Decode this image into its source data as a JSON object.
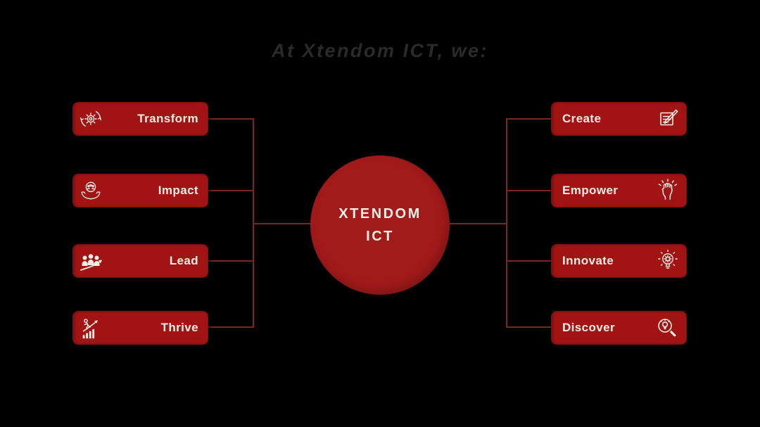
{
  "title": "At Xtendom ICT, we:",
  "center": {
    "line1": "XTENDOM",
    "line2": "ICT"
  },
  "left_items": [
    {
      "label": "Transform",
      "icon": "transform-cycle-icon"
    },
    {
      "label": "Impact",
      "icon": "hands-globe-icon"
    },
    {
      "label": "Lead",
      "icon": "team-growth-icon"
    },
    {
      "label": "Thrive",
      "icon": "person-climb-chart-icon"
    }
  ],
  "right_items": [
    {
      "label": "Create",
      "icon": "note-pencil-icon"
    },
    {
      "label": "Empower",
      "icon": "raised-fist-icon"
    },
    {
      "label": "Innovate",
      "icon": "bulb-gear-icon"
    },
    {
      "label": "Discover",
      "icon": "magnifier-bulb-icon"
    }
  ],
  "colors": {
    "background": "#000000",
    "node_red": "#A21414",
    "circle_red": "#A31A1A",
    "connector": "#7A2722",
    "label_text": "#F2EDE2",
    "title_text": "#2A2A2A"
  }
}
